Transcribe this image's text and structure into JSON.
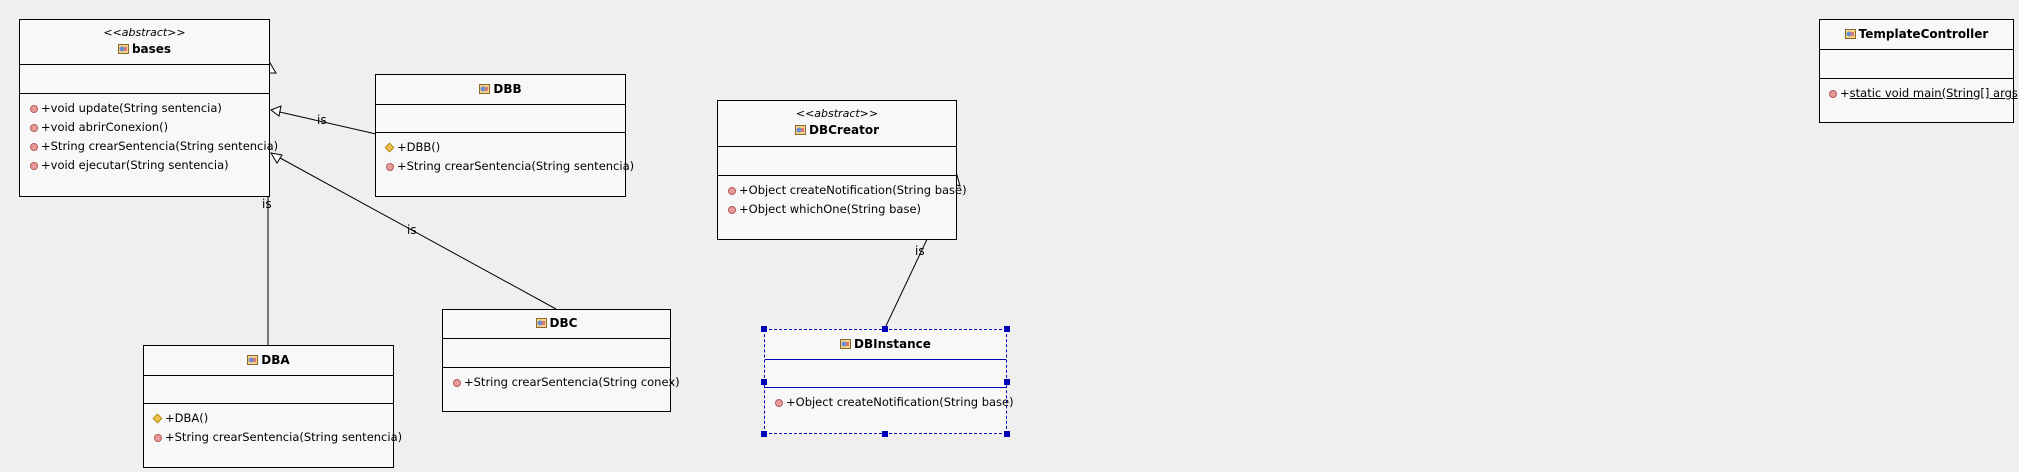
{
  "classes": {
    "bases": {
      "stereotype": "<<abstract>>",
      "name": "bases",
      "ops": [
        {
          "text": "+void update(String sentencia)"
        },
        {
          "text": "+void abrirConexion()"
        },
        {
          "text": "+String crearSentencia(String sentencia)"
        },
        {
          "text": "+void ejecutar(String sentencia)"
        }
      ]
    },
    "dbb": {
      "name": "DBB",
      "ops": [
        {
          "text": "+DBB()"
        },
        {
          "text": "+String crearSentencia(String sentencia)"
        }
      ]
    },
    "dba": {
      "name": "DBA",
      "ops": [
        {
          "text": "+DBA()"
        },
        {
          "text": "+String crearSentencia(String sentencia)"
        }
      ]
    },
    "dbc": {
      "name": "DBC",
      "ops": [
        {
          "text": "+String crearSentencia(String conex)"
        }
      ]
    },
    "dbcreator": {
      "stereotype": "<<abstract>>",
      "name": "DBCreator",
      "ops": [
        {
          "text": "+Object createNotification(String base)"
        },
        {
          "text": "+Object whichOne(String base)"
        }
      ]
    },
    "dbinstance": {
      "name": "DBInstance",
      "ops": [
        {
          "text": "+Object createNotification(String base)"
        }
      ]
    },
    "templatecontroller": {
      "name": "TemplateController",
      "ops": [
        {
          "visibility": "+",
          "text": "static void main(String[] args)"
        }
      ]
    }
  },
  "relations": {
    "label": "is"
  },
  "colors": {
    "background": "#efefef",
    "class_fill": "#f8f8f8",
    "selection": "#0000b8",
    "method_public": "#e79b9b",
    "constructor": "#f2c24a"
  }
}
